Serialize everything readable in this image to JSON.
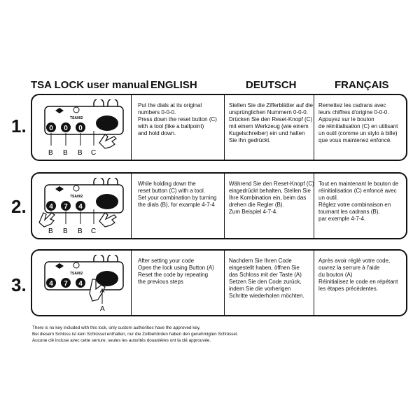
{
  "headers": {
    "title": "TSA LOCK user manual",
    "english": "ENGLISH",
    "deutsch": "DEUTSCH",
    "francais": "FRANÇAIS"
  },
  "steps": [
    {
      "number": "1.",
      "english": "Put the dials at its original\nnumbers 0-0-0.\nPress down the reset button (C)\nwith a tool (like a ballpoint)\nand hold down.",
      "deutsch": "Stellen Sie die Zifferblätter auf die\nursprünglichen Nummern 0-0-0.\nDrücken Sie den Reset-Knopf (C)\nmit einem Werkzeug (wie einem\nKugelschreiber) ein und halten\nSie ihn gedrückt.",
      "francais": "Remettez les cadrans avec\nleurs chiffres d'origine 0-0-0.\nAppuyez sur le bouton\nde réinitialisation (C) en utilisant\nun outil (comme un stylo à bille)\nque vous maintenez enfoncé.",
      "dials": [
        "0",
        "0",
        "0"
      ],
      "labels": [
        "B",
        "B",
        "B",
        "C"
      ],
      "brand": "TSA002"
    },
    {
      "number": "2.",
      "english": "While holding down the\nreset button (C) with a tool.\nSet your combination by turning\nthe dials (B), for example 4-7-4",
      "deutsch": "Während Sie den Reset-Knopf (C)\neingedrückt behalten, Stellen Sie\nIhre Kombination ein, beim das\ndrehen die Regler (B).\nZum Beispiel 4-7-4.",
      "francais": "Tout en maintenant le bouton de\nréinitialisation (C) enfoncé avec\nun outil.\nRéglez votre combinaison en\ntournant les cadrans (B),\npar exemple 4-7-4.",
      "dials": [
        "4",
        "7",
        "4"
      ],
      "labels": [
        "B",
        "B",
        "B",
        "C"
      ],
      "brand": "TSA002"
    },
    {
      "number": "3.",
      "english": "After setting your code\nOpen the lock using Button (A)\nReset the code by repeating\nthe previous steps",
      "deutsch": "Nachdem Sie Ihren Code\neingestellt haben, öffnen Sie\ndas Schloss mit der Taste (A)\nSetzen Sie den Code zurück,\nindem Sie die vorherigen\nSchritte wiederholen möchten.",
      "francais": "Après avoir réglé votre code,\nouvrez la serrure à l'aide\ndu bouton (A)\nRéinitialisez le code en répétant\nles étapes précédentes.",
      "dials": [
        "4",
        "7",
        "4"
      ],
      "labels": [
        "A"
      ],
      "brand": "TSA002"
    }
  ],
  "footer": [
    "There is no key included with this lock, only custom authorities have the approved key.",
    "Bei diesem Schloss ist kein Schlüssel enthalten, nur die Zollbehörden haben den genehmigten Schlüssel.",
    "Aucune clé incluse avec cette serrure, seules les autorités douanières ont la clé approuvée."
  ]
}
